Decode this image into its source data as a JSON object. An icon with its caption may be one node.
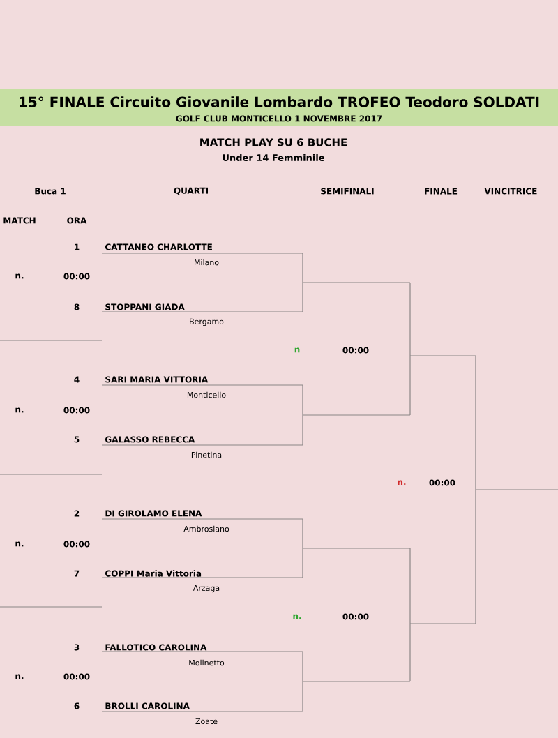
{
  "diagram": {
    "title": "15° FINALE  Circuito Giovanile Lombardo TROFEO Teodoro SOLDATI",
    "labels": [
      "GOLF CLUB MONTICELLO 1 NOVEMBRE 2017",
      "MATCH PLAY SU 6 BUCHE",
      "Under 14 Femminile",
      "Buca 1",
      "QUARTI",
      "SEMIFINALI",
      "FINALE",
      "VINCITRICE",
      "MATCH",
      "ORA",
      "1",
      "CATTANEO CHARLOTTE",
      "Milano",
      "n.",
      "00:00",
      "8",
      "STOPPANI GIADA",
      "Bergamo",
      "n",
      "00:00",
      "4",
      "SARI MARIA VITTORIA",
      "Monticello",
      "n.",
      "00:00",
      "5",
      "GALASSO REBECCA",
      "Pinetina",
      "n.",
      "00:00",
      "2",
      "DI GIROLAMO ELENA",
      "Ambrosiano",
      "n.",
      "00:00",
      "7",
      "COPPI Maria Vittoria",
      "Arzaga",
      "n.",
      "00:00",
      "3",
      "FALLOTICO CAROLINA",
      "Molinetto",
      "n.",
      "00:00",
      "6",
      "BROLLI CAROLINA",
      "Zoate"
    ]
  }
}
